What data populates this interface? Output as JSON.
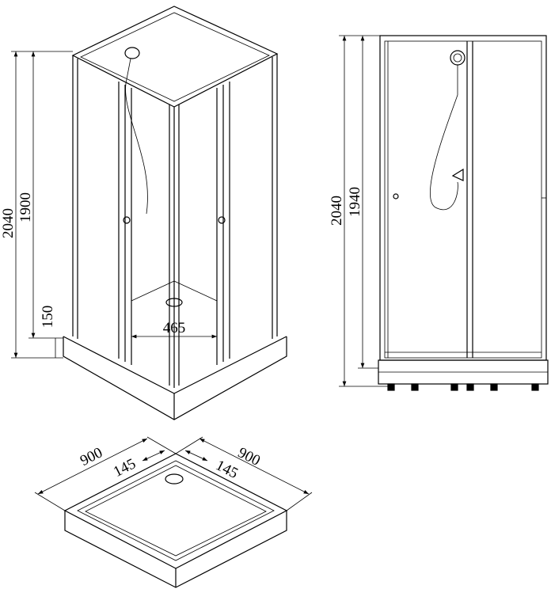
{
  "drawing": {
    "iso_view": {
      "height_total": "2040",
      "height_door": "1900",
      "tray_height": "150",
      "door_opening": "465"
    },
    "front_view": {
      "height_total": "2040",
      "height_inner": "1940"
    },
    "tray_view": {
      "width_left": "900",
      "width_right": "900",
      "corner_left": "145",
      "corner_right": "145"
    }
  },
  "colors": {
    "line": "#000000",
    "background": "#ffffff"
  }
}
